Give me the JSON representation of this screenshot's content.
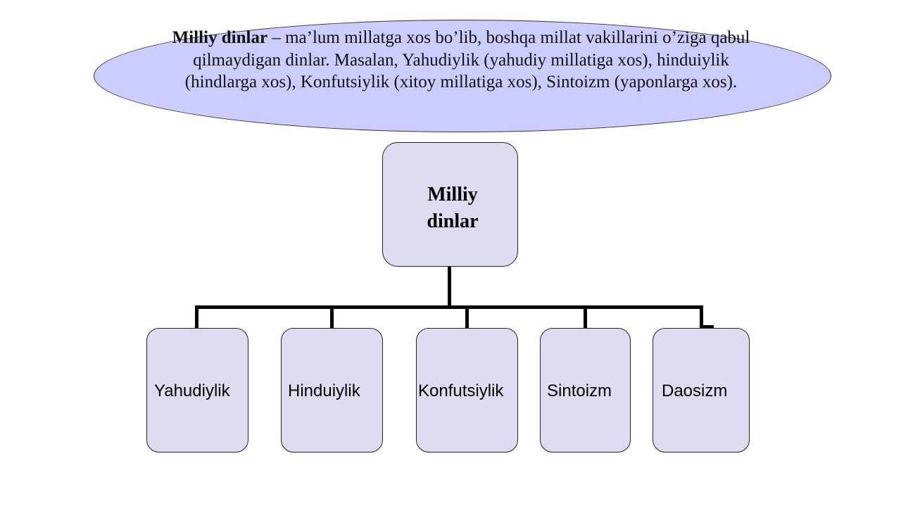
{
  "definition": {
    "term": "Milliy dinlar",
    "text": " –  ma’lum millatga xos bo’lib, boshqa millat vakillarini o’ziga qabul qilmaydigan dinlar. Masalan, Yahudiylik (yahudiy millatiga xos),  hinduiylik (hindlarga xos), Konfutsiylik (xitoy millatiga xos), Sintoizm  (yaponlarga xos)."
  },
  "root": {
    "line1": "Milliy",
    "line2": "dinlar"
  },
  "children": [
    {
      "label": "Yahudiylik"
    },
    {
      "label": "Hinduiylik"
    },
    {
      "label": "Konfutsiylik"
    },
    {
      "label": "Sintoizm"
    },
    {
      "label": "Daosizm"
    }
  ],
  "colors": {
    "ellipse_fill": "#ccccff",
    "box_fill": "#dedcf0",
    "connector": "#000000"
  }
}
